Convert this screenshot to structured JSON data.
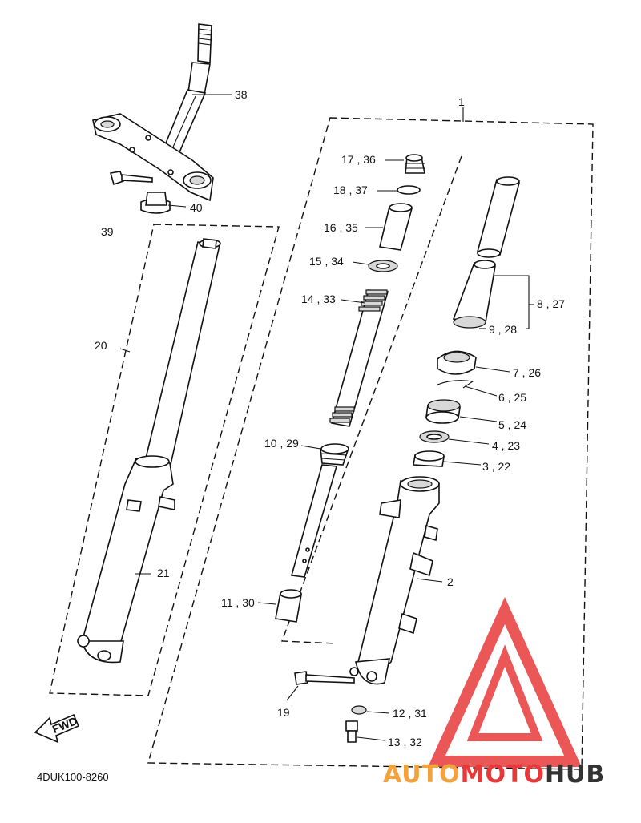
{
  "diagram": {
    "code": "4DUK100-8260",
    "fwd_label": "FWD",
    "labels": {
      "l1": "1",
      "l2": "2",
      "l3": "3 , 22",
      "l4": "4 , 23",
      "l5": "5 , 24",
      "l6": "6 , 25",
      "l7": "7 , 26",
      "l8": "8 , 27",
      "l9": "9 , 28",
      "l10": "10 , 29",
      "l11": "11 , 30",
      "l12": "12 , 31",
      "l13": "13 , 32",
      "l14": "14 , 33",
      "l15": "15 , 34",
      "l16": "16 , 35",
      "l17": "17 , 36",
      "l18": "18 , 37",
      "l19": "19",
      "l20": "20",
      "l21": "21",
      "l38": "38",
      "l39": "39",
      "l40": "40"
    }
  },
  "watermark": {
    "part_a": "AUTO",
    "part_b": "MOTO",
    "part_c": "HUB",
    "color_red": "#e8393a",
    "color_orange": "#f4a23c",
    "color_dark": "#333333"
  }
}
